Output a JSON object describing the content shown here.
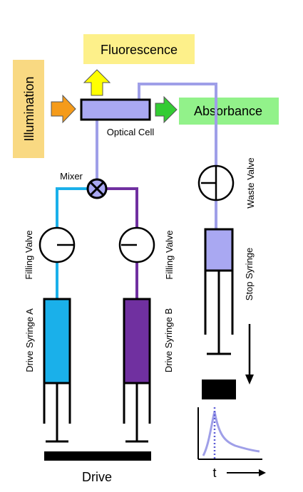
{
  "labels": {
    "fluorescence": "Fluorescence",
    "illumination": "Illumination",
    "absorbance": "Absorbance",
    "optical_cell": "Optical Cell",
    "mixer": "Mixer",
    "waste_valve": "Waste Valve",
    "filling_valve_a": "Filling Valve",
    "filling_valve_b": "Filling Valve",
    "drive_syringe_a": "Drive Syringe A",
    "drive_syringe_b": "Drive Syringe B",
    "stop_syringe": "Stop Syringe",
    "drive": "Drive",
    "time_axis": "t"
  },
  "colors": {
    "fluorescence_box": "#fdf08a",
    "illumination_box": "#f9d982",
    "absorbance_box": "#92f28a",
    "cell_fill": "#a9a8f2",
    "cell_line": "#9f9fe8",
    "syringe_a": "#1ab0ea",
    "syringe_b": "#7030a0",
    "stop_syringe_fill": "#a9a8f2",
    "arrow_orange": "#f59b1a",
    "arrow_yellow": "#ffff00",
    "arrow_green": "#33cc33",
    "curve": "#9f9fe8",
    "dotted_line": "#5b5bd6"
  }
}
